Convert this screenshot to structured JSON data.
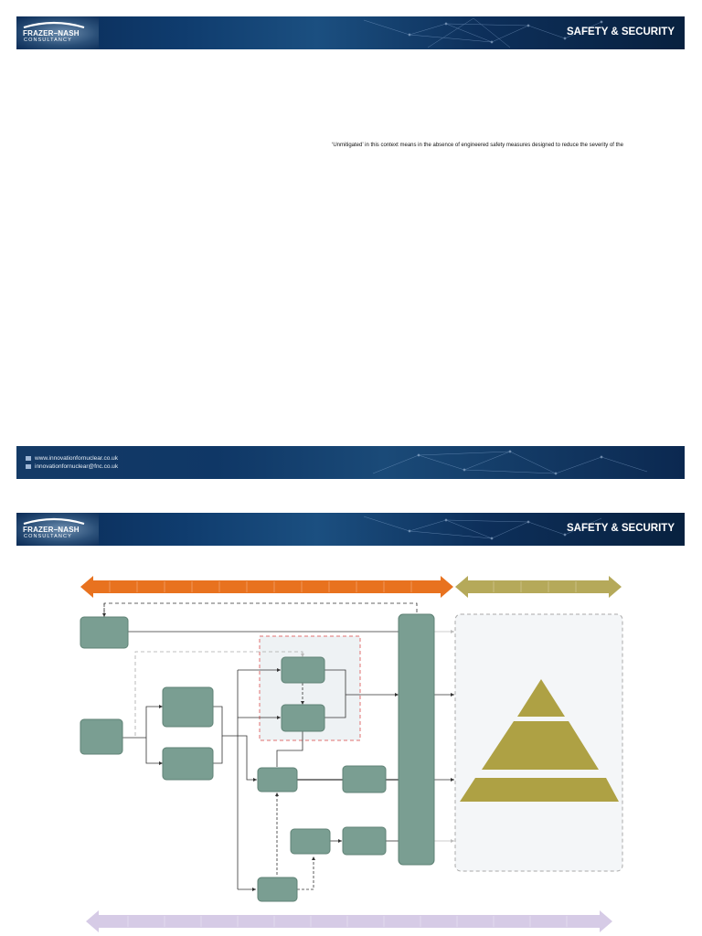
{
  "slide1": {
    "logo": {
      "name": "FRAZER–NASH",
      "sub": "CONSULTANCY"
    },
    "banner_title": "SAFETY & SECURITY",
    "note": "‘Unmitigated’ in this context means in the absence of engineered safety measures designed to reduce the severity of the",
    "footer": {
      "website": "www.innovationfornuclear.co.uk",
      "email": "innovationfornuclear@fnc.co.uk"
    }
  },
  "slide2": {
    "logo": {
      "name": "FRAZER–NASH",
      "sub": "CONSULTANCY"
    },
    "banner_title": "SAFETY & SECURITY"
  },
  "colors": {
    "banner_dark": "#0a2a55",
    "box_fill": "#7a9e92",
    "box_stroke": "#5f8275",
    "orange_arrow": "#e8721f",
    "olive_arrow": "#b5a95a",
    "pyramid": "#aea144",
    "lavender_arrow": "#d6cbe6",
    "red_dashed": "#e07070"
  }
}
